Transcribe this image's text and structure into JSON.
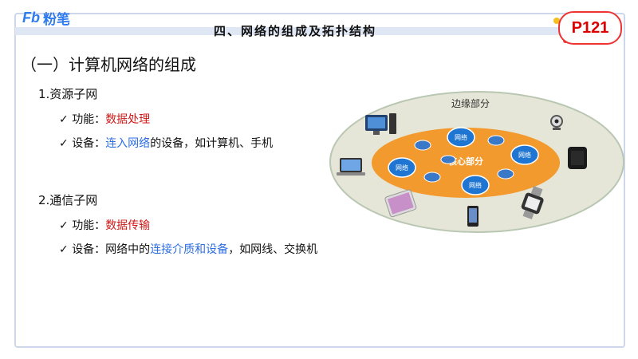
{
  "logo": {
    "mark": "Fb",
    "text": "粉笔"
  },
  "chapter_title": "四、网络的组成及拓扑结构",
  "page_badge": "P121",
  "section_title": "（一）计算机网络的组成",
  "resource_subnet": {
    "heading": "1.资源子网",
    "function": {
      "prefix": "功能：",
      "highlight": "数据处理"
    },
    "device": {
      "prefix": "设备：",
      "highlight": "连入网络",
      "suffix": "的设备，如计算机、手机"
    }
  },
  "comm_subnet": {
    "heading": "2.通信子网",
    "function": {
      "prefix": "功能：",
      "highlight": "数据传输"
    },
    "device": {
      "prefix": "设备：网络中的",
      "highlight": "连接介质和设备",
      "suffix": "，如网线、交换机"
    }
  },
  "check_mark": "✓",
  "diagram": {
    "outer_label": "边缘部分",
    "core_label": "核心部分",
    "network_label": "网络",
    "device_icons": [
      "desktop-computer",
      "laptop",
      "tablet",
      "smartphone",
      "webcam",
      "smartwatch-square",
      "smartwatch"
    ],
    "colors": {
      "outer": "#e6e6d8",
      "outer_border": "#b9c7b2",
      "core": "#f39a2e",
      "cloud": "#1f76d2",
      "router": "#3a78c8"
    }
  }
}
